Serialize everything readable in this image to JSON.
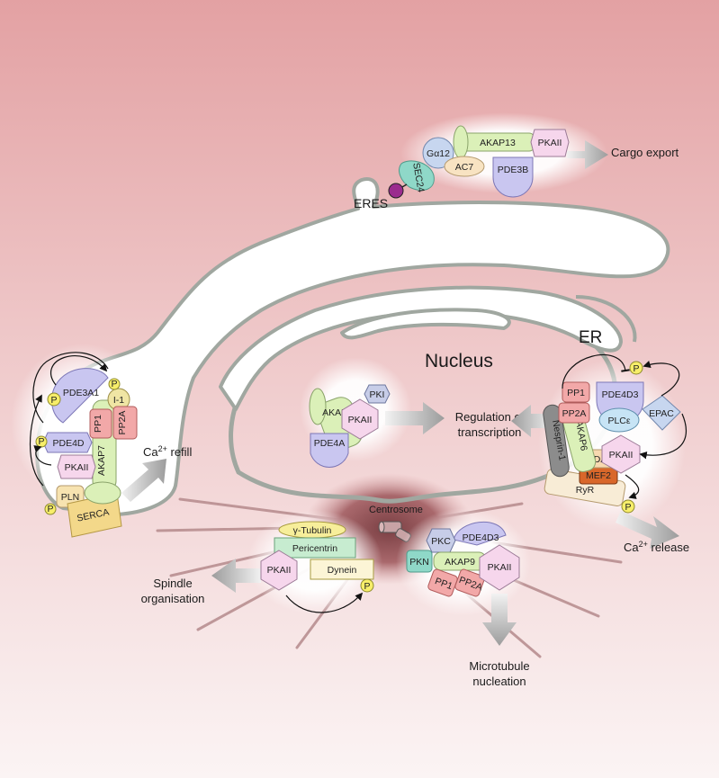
{
  "labels": {
    "eres": "ERES",
    "er": "ER",
    "nucleus": "Nucleus",
    "centrosome": "Centrosome",
    "cargo_export": "Cargo export",
    "regulation_line1": "Regulation of",
    "regulation_line2": "transcription",
    "ca_refill": "Ca",
    "ca_refill_sup": "2+",
    "ca_refill_suffix": " refill",
    "ca_release": "Ca",
    "ca_release_sup": "2+",
    "ca_release_suffix": " release",
    "spindle_line1": "Spindle",
    "spindle_line2": "organisation",
    "mt_line1": "Microtubule",
    "mt_line2": "nucleation"
  },
  "eres_complex": {
    "akap13": "AKAP13",
    "pkaii": "PKAII",
    "galpha12": "Gα12",
    "ac7": "AC7",
    "pde3b": "PDE3B",
    "sec24": "SEC24"
  },
  "nuclear_complex": {
    "akap8": "AKAP8",
    "pki": "PKI",
    "pkaii": "PKAII",
    "pde4a": "PDE4A"
  },
  "left_complex": {
    "p": "P",
    "pde3a1": "PDE3A1",
    "i1": "I-1",
    "pp1": "PP1",
    "pp2a": "PP2A",
    "pde4d": "PDE4D",
    "pkaii": "PKAII",
    "akap7": "AKAP7",
    "pln": "PLN",
    "serca": "SERCA"
  },
  "er_complex": {
    "p": "P",
    "pp1": "PP1",
    "pp2a": "PP2A",
    "pde4d3": "PDE4D3",
    "epac": "EPAC",
    "plce": "PLCε",
    "nesprin": "Nesprin-1",
    "akap6": "AKAP6",
    "pkaii": "PKAII",
    "hdac5": "HDAC5",
    "mef2": "MEF2",
    "ryr": "RyR"
  },
  "centrosome_left": {
    "tubulin": "γ-Tubulin",
    "pericentrin": "Pericentrin",
    "pkaii": "PKAII",
    "dynein": "Dynein",
    "p": "P"
  },
  "centrosome_right": {
    "pkc": "PKC",
    "pde4d3": "PDE4D3",
    "pkn": "PKN",
    "akap9": "AKAP9",
    "pkaii": "PKAII",
    "pp1": "PP1",
    "pp2a": "PP2A"
  },
  "colors": {
    "background_top": "#e3a1a3",
    "background_bottom": "#fbf4f4",
    "akap_green": "#dbf0b8",
    "pka_pink": "#f6d6ec",
    "pde_lavender": "#c9c6f0",
    "pp_salmon": "#f2a8a8",
    "p_yellow": "#f7ee6a",
    "sec24_teal": "#8fd8c8",
    "mef2_orange": "#d9672a",
    "hdac5_tan": "#f7d9b0",
    "serca_gold": "#f3d88a",
    "arrow_grey": "#b5b5b5"
  }
}
